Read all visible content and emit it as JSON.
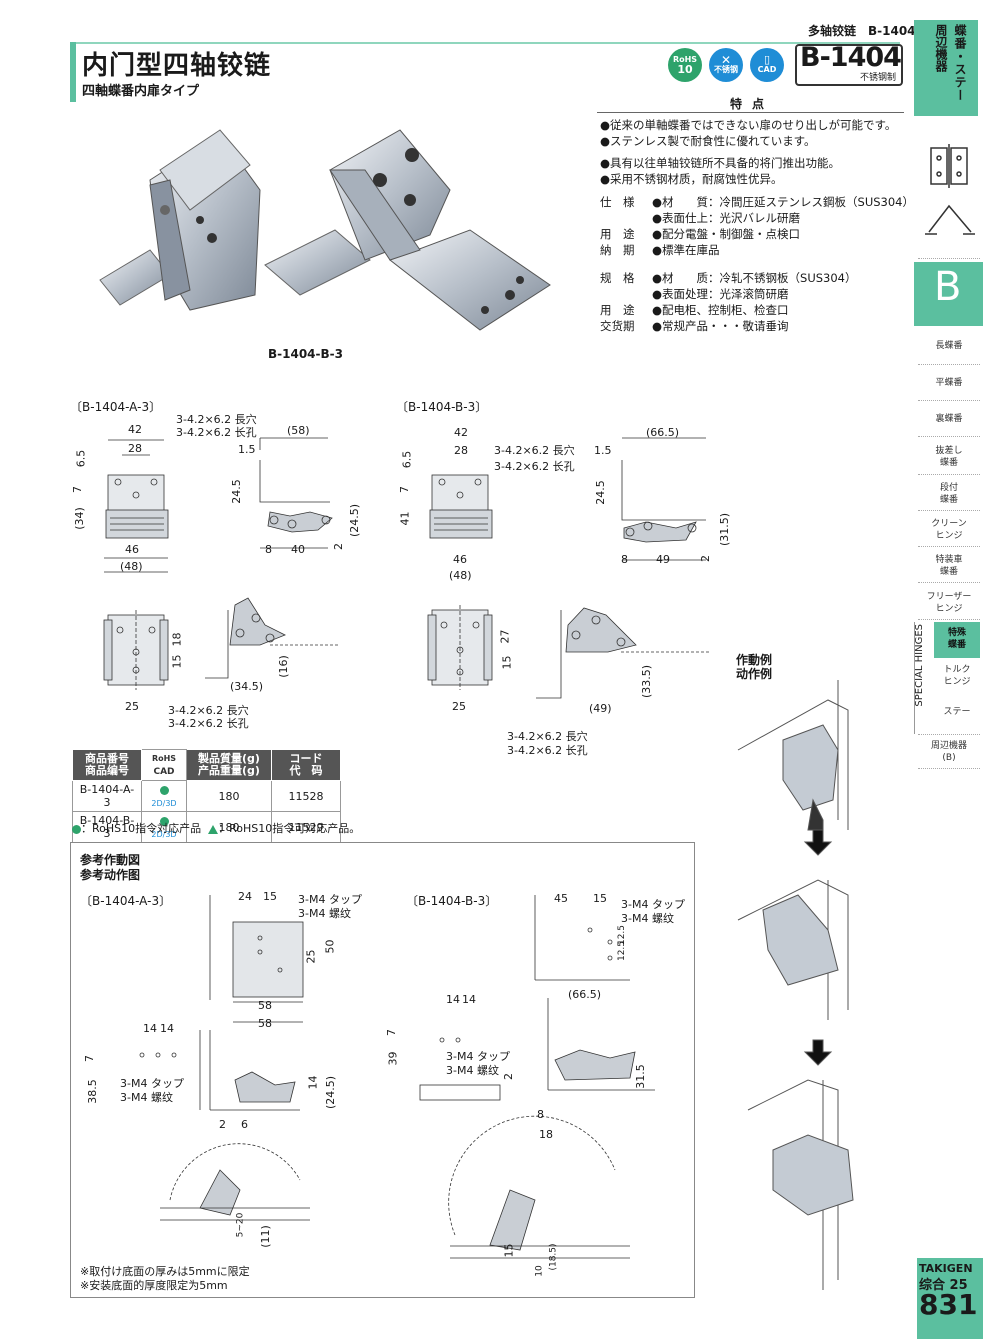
{
  "header": {
    "breadcrumb": "多轴铰链　B-1404",
    "title": "内门型四轴铰链",
    "subtitle": "四軸蝶番内扉タイプ",
    "part_number": "B-1404",
    "part_material": "不锈钢制",
    "badges": {
      "rohs_top": "RoHS",
      "rohs_bottom": "10",
      "stainless": "不锈钢",
      "cad": "CAD"
    }
  },
  "features": {
    "title": "特点",
    "jp_lines": [
      "●従来の単軸蝶番ではできない扉のせり出しが可能です。",
      "●ステンレス製で耐食性に優れています。"
    ],
    "cn_lines": [
      "●具有以往单轴铰链所不具备的将门推出功能。",
      "●采用不锈钢材质，耐腐蚀性优异。"
    ],
    "jp_specs": [
      {
        "label": "仕　様",
        "value": "●材　　質：冷間圧延ステンレス鋼板（SUS304）"
      },
      {
        "label": "",
        "value": "●表面仕上：光沢バレル研磨"
      },
      {
        "label": "用　途",
        "value": "●配分電盤・制御盤・点検口"
      },
      {
        "label": "納　期",
        "value": "●標準在庫品"
      }
    ],
    "cn_specs": [
      {
        "label": "规　格",
        "value": "●材　　质：冷轧不锈钢板（SUS304）"
      },
      {
        "label": "",
        "value": "●表面处理：光泽滚筒研磨"
      },
      {
        "label": "用　途",
        "value": "●配电柜、控制柜、检查口"
      },
      {
        "label": "交货期",
        "value": "●常规产品・・・敬请垂询"
      }
    ]
  },
  "photo_caption": "B-1404-B-3",
  "drawings": {
    "a_title": "〔B-1404-A-3〕",
    "b_title": "〔B-1404-B-3〕",
    "slot_jp": "3-4.2×6.2 長穴",
    "slot_cn": "3-4.2×6.2 长孔",
    "a_dims": [
      "42",
      "28",
      "(58)",
      "1.5",
      "6.5",
      "7",
      "(34)",
      "24.5",
      "(24.5)",
      "46",
      "(48)",
      "8",
      "40",
      "2",
      "18",
      "15",
      "(16)",
      "(34.5)",
      "25"
    ],
    "b_dims": [
      "42",
      "28",
      "(66.5)",
      "1.5",
      "6.5",
      "7",
      "41",
      "24.5",
      "(31.5)",
      "46",
      "(48)",
      "8",
      "49",
      "2",
      "27",
      "15",
      "(33.5)",
      "(49)",
      "25"
    ]
  },
  "table": {
    "headers": [
      "商品番号\n商品编号",
      "RoHS\nCAD",
      "製品質量(g)\n产品重量(g)",
      "コード\n代　码"
    ],
    "header_h1": "商品番号",
    "header_h1b": "商品编号",
    "header_h3": "製品質量(g)",
    "header_h3b": "产品重量(g)",
    "header_h4": "コード",
    "header_h4b": "代　码",
    "header_rohs": "RoHS",
    "header_cad": "CAD",
    "rows": [
      {
        "code": "B-1404-A-3",
        "cad": "2D/3D",
        "weight": "180",
        "order": "11528"
      },
      {
        "code": "B-1404-B-3",
        "cad": "2D/3D",
        "weight": "180",
        "order": "11529"
      }
    ],
    "legend_dot": "：RoHS10指令対応产品",
    "legend_tri": "：RoHS10指令可対応产品。"
  },
  "reference": {
    "title_jp": "参考作動図",
    "title_cn": "参考动作图",
    "a_title": "〔B-1404-A-3〕",
    "b_title": "〔B-1404-B-3〕",
    "tap_jp": "3-M4 タップ",
    "tap_cn": "3-M4 螺纹",
    "a_dims": [
      "24",
      "15",
      "25",
      "50",
      "58",
      "58",
      "14",
      "14",
      "7",
      "38.5",
      "14",
      "(24.5)",
      "2",
      "6",
      "5~20",
      "(11)"
    ],
    "b_dims": [
      "45",
      "15",
      "12.5",
      "12.5",
      "14",
      "14",
      "(66.5)",
      "7",
      "39",
      "2",
      "31.5",
      "8",
      "18",
      "15",
      "10",
      "(18.5)"
    ],
    "note_jp": "※取付け底面の厚みは5mmに限定",
    "note_cn": "※安装底面的厚度限定为5mm"
  },
  "operation": {
    "title_jp": "作動例",
    "title_cn": "动作例"
  },
  "sidebar": {
    "category_a": "蝶番・ステー",
    "category_b": "周辺機器",
    "letter": "B",
    "items": [
      "長蝶番",
      "平蝶番",
      "裏蝶番",
      "抜差し\n蝶番",
      "段付\n蝶番",
      "クリーン\nヒンジ",
      "特装車\n蝶番",
      "フリーザー\nヒンジ",
      "特殊\n蝶番",
      "トルク\nヒンジ",
      "ステー",
      "周辺機器\n(B)"
    ],
    "special": "SPECIAL HINGES"
  },
  "footer": {
    "brand": "TAKIGEN",
    "volume": "综合 25",
    "page": "831"
  },
  "colors": {
    "accent": "#5bbf9f",
    "rohs": "#2ea36b",
    "blue": "#1f8dd6"
  }
}
